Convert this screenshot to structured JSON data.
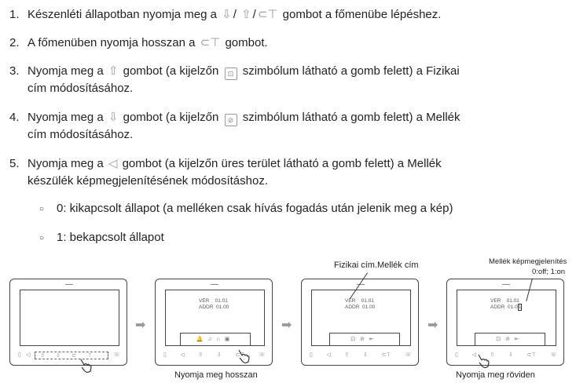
{
  "steps": [
    {
      "num": "1.",
      "parts": [
        "Készenléti állapotban nyomja meg a",
        "/",
        "/",
        "gombot a főmenübe lépéshez."
      ]
    },
    {
      "num": "2.",
      "parts": [
        "A főmenüben nyomja hosszan a",
        "gombot."
      ]
    },
    {
      "num": "3.",
      "lines": [
        "Nyomja meg a",
        "gombot (a kijelzőn",
        "szimbólum látható a gomb felett) a Fizikai",
        "cím módosításához."
      ]
    },
    {
      "num": "4.",
      "lines": [
        "Nyomja meg a",
        "gombot (a kijelzőn",
        "szimbólum látható a gomb felett) a Mellék",
        "cím módosításához."
      ]
    },
    {
      "num": "5.",
      "lines": [
        "Nyomja meg a",
        "gombot (a kijelzőn üres terület látható a gomb felett) a Mellék",
        "készülék képmegjelenítésének módosításhoz."
      ]
    }
  ],
  "sub": [
    "0: kikapcsolt állapot (a melléken csak hívás fogadás után jelenik meg a kép)",
    "1: bekapcsolt állapot"
  ],
  "screen": {
    "ver_label": "VER",
    "ver_value": "01.01",
    "addr_label": "ADDR",
    "addr_value": "01.00",
    "addr_value_edit": "01.0",
    "addr_digit": "1"
  },
  "captions": {
    "long_press": "Nyomja meg hosszan",
    "short_press": "Nyomja meg röviden",
    "address_label": "Fizikai cím.Mellék cím",
    "image_display_label": "Mellék képmegjelenítés",
    "image_display_values": "0:off; 1:on"
  }
}
